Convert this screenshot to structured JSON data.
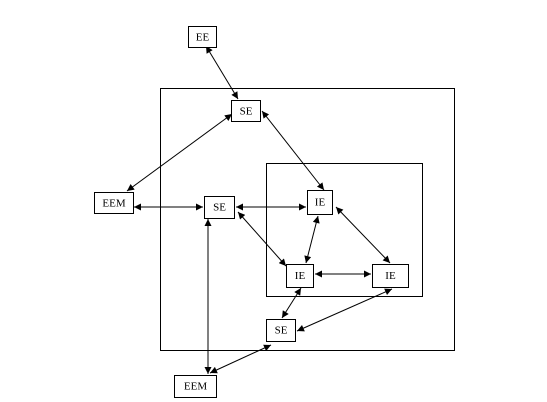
{
  "diagram": {
    "nodes": [
      {
        "id": "ee_top",
        "label": "EE"
      },
      {
        "id": "se_top",
        "label": "SE"
      },
      {
        "id": "eem_left",
        "label": "EEM"
      },
      {
        "id": "se_mid",
        "label": "SE"
      },
      {
        "id": "ie_top",
        "label": "IE"
      },
      {
        "id": "ie_left",
        "label": "IE"
      },
      {
        "id": "ie_right",
        "label": "IE"
      },
      {
        "id": "se_bottom",
        "label": "SE"
      },
      {
        "id": "eem_bottom",
        "label": "EEM"
      }
    ],
    "edges": [
      {
        "from": "ee_top",
        "to": "se_top",
        "direction": "both"
      },
      {
        "from": "se_top",
        "to": "eem_left",
        "direction": "both"
      },
      {
        "from": "se_top",
        "to": "ie_top",
        "direction": "both"
      },
      {
        "from": "eem_left",
        "to": "se_mid",
        "direction": "both"
      },
      {
        "from": "se_mid",
        "to": "ie_top",
        "direction": "both"
      },
      {
        "from": "se_mid",
        "to": "ie_left",
        "direction": "both"
      },
      {
        "from": "se_mid",
        "to": "eem_bottom",
        "direction": "both"
      },
      {
        "from": "ie_top",
        "to": "ie_left",
        "direction": "both"
      },
      {
        "from": "ie_top",
        "to": "ie_right",
        "direction": "both"
      },
      {
        "from": "ie_left",
        "to": "ie_right",
        "direction": "both"
      },
      {
        "from": "ie_left",
        "to": "se_bottom",
        "direction": "both"
      },
      {
        "from": "ie_right",
        "to": "se_bottom",
        "direction": "both"
      },
      {
        "from": "se_bottom",
        "to": "eem_bottom",
        "direction": "both"
      }
    ]
  }
}
